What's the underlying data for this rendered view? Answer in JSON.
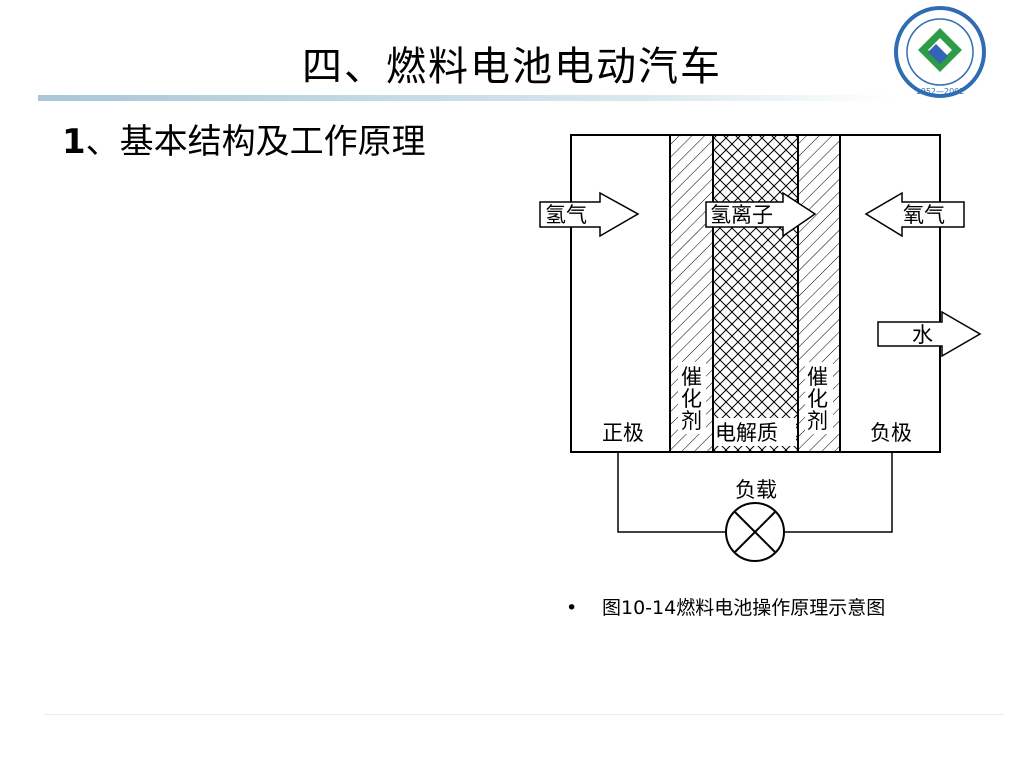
{
  "slide": {
    "title": "四、燃料电池电动汽车",
    "subtitle_num": "1",
    "subtitle_text": "、基本结构及工作原理",
    "caption_bullet": "•",
    "caption": "图10-14燃料电池操作原理示意图"
  },
  "diagram": {
    "hydrogen_in": "氢气",
    "hydrogen_ion": "氢离子",
    "oxygen_in": "氧气",
    "water_out": "水",
    "catalyst_left": [
      "催",
      "化",
      "剂"
    ],
    "catalyst_right": [
      "催",
      "化",
      "剂"
    ],
    "anode": "正极",
    "electrolyte": "电解质",
    "cathode": "负极",
    "load": "负载"
  },
  "logo": {
    "year_text": "1952—2002",
    "colors": {
      "ring": "#2f6db3",
      "green": "#2e9b45",
      "blue": "#3563b8"
    }
  }
}
